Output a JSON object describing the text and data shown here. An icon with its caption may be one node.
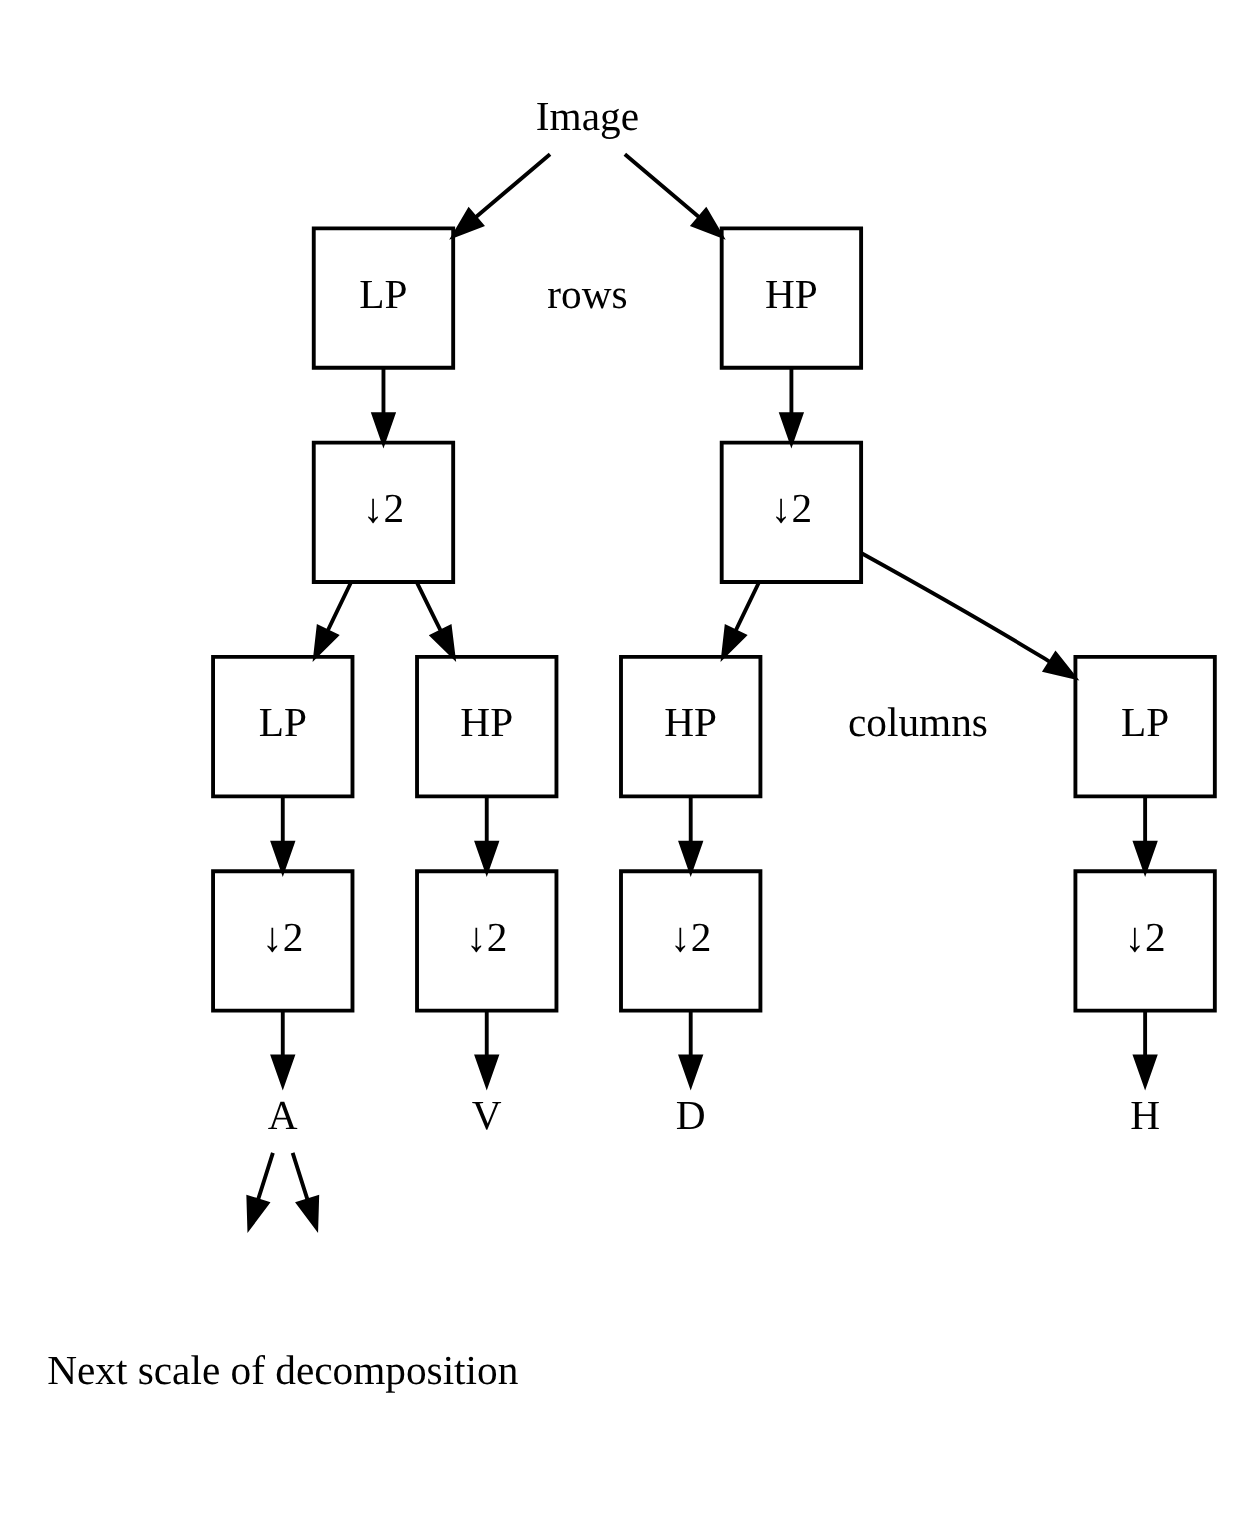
{
  "diagram": {
    "nodes": [
      {
        "text": [
          "Image"
        ]
      },
      {
        "text": [
          "LP"
        ]
      },
      {
        "text": [
          "HP"
        ]
      },
      {
        "text": [
          "↓2"
        ]
      },
      {
        "text": [
          "↓2"
        ]
      },
      {
        "text": [
          "LP"
        ]
      },
      {
        "text": [
          "HP"
        ]
      },
      {
        "text": [
          "LP"
        ]
      },
      {
        "text": [
          "HP"
        ]
      },
      {
        "text": [
          "↓2"
        ]
      },
      {
        "text": [
          "↓2"
        ]
      },
      {
        "text": [
          "↓2"
        ]
      },
      {
        "text": [
          "↓2"
        ]
      },
      {
        "text": [
          "A"
        ]
      },
      {
        "text": [
          "V"
        ]
      },
      {
        "text": [
          "H"
        ]
      },
      {
        "text": [
          "D"
        ]
      }
    ],
    "edges": [
      {
        "from": 0,
        "to": 1,
        "arrow": "to"
      },
      {
        "from": 0,
        "to": 2,
        "arrow": "to"
      },
      {
        "from": 1,
        "to": 3,
        "arrow": "to"
      },
      {
        "from": 2,
        "to": 4,
        "arrow": "to"
      },
      {
        "from": 3,
        "to": 5,
        "arrow": "to"
      },
      {
        "from": 3,
        "to": 6,
        "arrow": "to"
      },
      {
        "from": 4,
        "to": 7,
        "arrow": "to"
      },
      {
        "from": 4,
        "to": 8,
        "arrow": "to"
      },
      {
        "from": 5,
        "to": 9,
        "arrow": "to"
      },
      {
        "from": 6,
        "to": 10,
        "arrow": "to"
      },
      {
        "from": 7,
        "to": 11,
        "arrow": "to"
      },
      {
        "from": 8,
        "to": 12,
        "arrow": "to"
      },
      {
        "from": 9,
        "to": 13,
        "arrow": "to"
      },
      {
        "from": 10,
        "to": 14,
        "arrow": "to"
      },
      {
        "from": 11,
        "to": 15,
        "arrow": "to"
      },
      {
        "from": 12,
        "to": 16,
        "arrow": "to"
      },
      {
        "from": 13,
        "to": null,
        "arrow": "to"
      },
      {
        "from": 13,
        "to": null,
        "arrow": "to"
      }
    ],
    "labels": [
      "rows",
      "columns",
      "Next scale of decomposition"
    ]
  }
}
